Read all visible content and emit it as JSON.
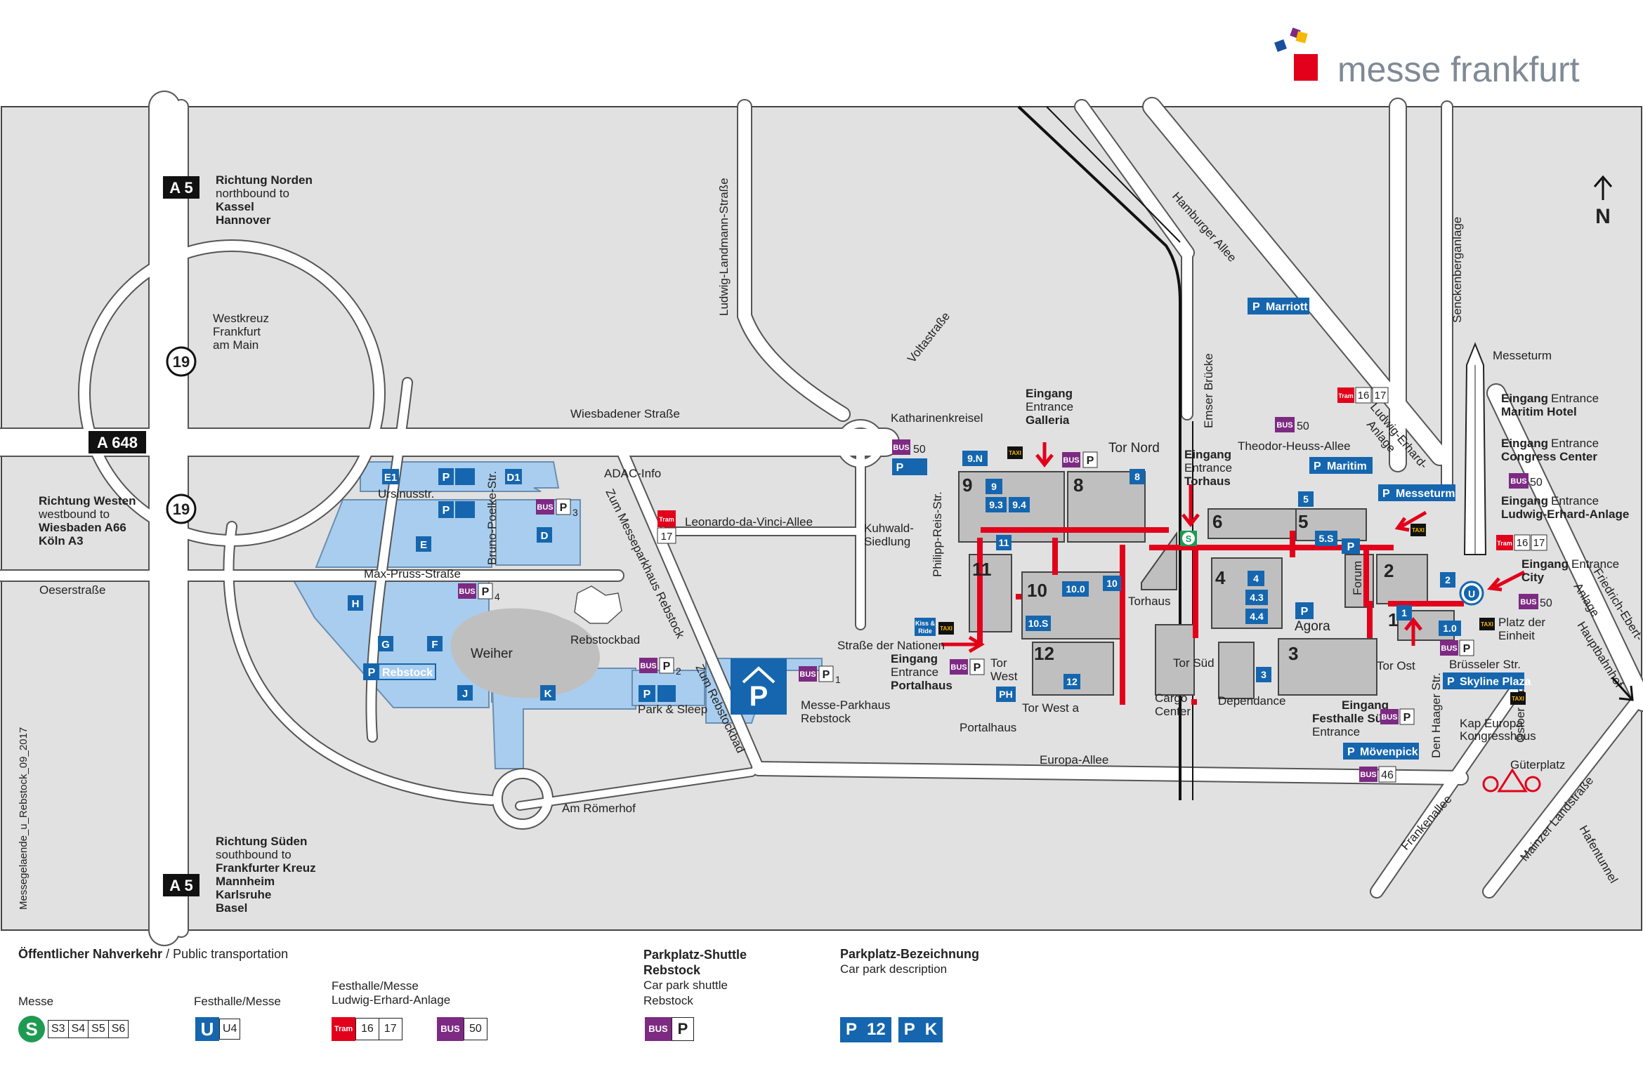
{
  "brand": {
    "name": "messe frankfurt",
    "colors": {
      "red": "#e2001a",
      "blue": "#1a4f9c",
      "yellow": "#f6b800",
      "grey": "#7f8a96"
    }
  },
  "colors": {
    "parking_blue": "#a9cdee",
    "badge_blue": "#1566ae",
    "hall_grey": "#bfbfbf",
    "route_red": "#e2001a",
    "bus_purple": "#7d2a83",
    "sbahn_green": "#1f9a52",
    "map_bg": "#e1e1e1",
    "road": "#ffffff"
  },
  "compass": "N",
  "side_note": "Messegelaende_u_Rebstock_09_2017",
  "roads": {
    "a5": "A 5",
    "a648": "A 648",
    "b19": "19",
    "north_dir": [
      "Richtung Norden",
      "northbound to",
      "Kassel",
      "Hannover"
    ],
    "west_dir": [
      "Richtung Westen",
      "westbound to",
      "Wiesbaden A66",
      "Köln A3"
    ],
    "south_dir": [
      "Richtung Süden",
      "southbound to",
      "Frankfurter Kreuz",
      "Mannheim",
      "Karlsruhe",
      "Basel"
    ],
    "westkreuz": [
      "Westkreuz",
      "Frankfurt",
      "am Main"
    ],
    "wiesbadener": "Wiesbadener Straße",
    "oeserstr": "Oeserstraße",
    "max_pruss": "Max-Pruss-Straße",
    "ursinus": "Ursinusstr.",
    "bruno_poelke": "Bruno-Poelke-Str.",
    "zum_messeparkhaus": "Zum Messeparkhaus Rebstock",
    "zum_rebstockbad": "Zum Rebstockbad",
    "leonardo": "Leonardo-da-Vinci-Allee",
    "ludwig_landmann": "Ludwig-Landmann-Straße",
    "voltastr": "Voltastraße",
    "katharinenkreisel": "Katharinenkreisel",
    "kuhwald": [
      "Kuhwald-",
      "Siedlung"
    ],
    "philipp_reis": "Philipp-Reis-Str.",
    "strasse_nationen": "Straße der Nationen",
    "europa_allee": "Europa-Allee",
    "am_roemerhof": "Am Römerhof",
    "hamburger": "Hamburger Allee",
    "emser": "Emser Brücke",
    "theodor_heuss": "Theodor-Heuss-Allee",
    "senckenberg": "Senckenberganlage",
    "ludwig_erhard": [
      "Ludwig-Erhard-",
      "Anlage"
    ],
    "friedrich_ebert": [
      "Friedrich-Ebert-",
      "Anlage"
    ],
    "hauptbahnhof": "Hauptbahnhof",
    "bruesseler": "Brüsseler Str.",
    "den_haager": "Den Haager Str.",
    "osloer": "Osloer Str.",
    "frankenallee": "Frankenallee",
    "mainzer": "Mainzer Landstraße",
    "hafentunnel": "Hafentunnel",
    "gueterplatz": "Güterplatz",
    "platz_einheit": [
      "Platz der",
      "Einheit"
    ]
  },
  "places": {
    "adac": "ADAC-Info",
    "weiher": "Weiher",
    "rebstockbad": "Rebstockbad",
    "park_sleep": "Park & Sleep",
    "p_rebstock": "Rebstock",
    "messe_parkhaus": [
      "Messe-Parkhaus",
      "Rebstock"
    ],
    "torhaus": "Torhaus",
    "portalhaus": "Portalhaus",
    "cargo": [
      "Cargo",
      "Center"
    ],
    "dependance": "Dependance",
    "agora": "Agora",
    "forum": "Forum",
    "messeturm": "Messeturm",
    "kap_europa": [
      "Kap Europa",
      "Kongresshaus"
    ],
    "tor_nord": "Tor Nord",
    "tor_west": [
      "Tor",
      "West"
    ],
    "tor_west_a": "Tor West a",
    "tor_sued": "Tor Süd",
    "tor_ost": "Tor Ost",
    "marriott": "Marriott",
    "maritim": "Maritim",
    "messeturm_p": "Messeturm",
    "skyline": "Skyline Plaza",
    "moevenpick": "Mövenpick"
  },
  "entrances": {
    "galleria": [
      "Eingang",
      "Entrance",
      "Galleria"
    ],
    "torhaus": [
      "Eingang",
      "Entrance",
      "Torhaus"
    ],
    "portalhaus": [
      "Eingang",
      "Entrance",
      "Portalhaus"
    ],
    "festhalle": [
      "Eingang",
      "Festhalle Süd",
      "Entrance"
    ],
    "maritim": [
      "Eingang",
      "Entrance",
      "Maritim Hotel"
    ],
    "congress": [
      "Eingang",
      "Entrance",
      "Congress Center"
    ],
    "ludwig": [
      "Eingang",
      "Entrance",
      "Ludwig-Erhard-Anlage"
    ],
    "city": [
      "Eingang",
      "Entrance",
      "City"
    ]
  },
  "parking_lots": [
    "E1",
    "D1",
    "E",
    "D",
    "H",
    "G",
    "F",
    "J",
    "K"
  ],
  "halls": {
    "big": [
      "9",
      "8",
      "11",
      "10",
      "12",
      "6",
      "5",
      "4",
      "3",
      "2",
      "1"
    ],
    "badges": [
      "9.N",
      "9",
      "9.3",
      "9.4",
      "8",
      "11",
      "10.0",
      "10",
      "10.S",
      "12",
      "PH",
      "4",
      "4.3",
      "4.4",
      "5",
      "5.S",
      "3",
      "1",
      "1.0",
      "2"
    ]
  },
  "transit_numbers": {
    "bus50": "50",
    "bus46": "46",
    "tram16": "16",
    "tram17": "17",
    "bus3": "3",
    "bus4": "4",
    "bus2": "2",
    "bus1": "1",
    "p1": "1"
  },
  "legend": {
    "public_title": "Öffentlicher Nahverkehr",
    "public_sub": " / Public transportation",
    "messe": "Messe",
    "sbahn_lines": [
      "S3",
      "S4",
      "S5",
      "S6"
    ],
    "festhalle": "Festhalle/Messe",
    "ubahn_line": "U4",
    "festhalle2": [
      "Festhalle/Messe",
      "Ludwig-Erhard-Anlage"
    ],
    "tram_lines": [
      "16",
      "17"
    ],
    "bus_line": "50",
    "shuttle_title": [
      "Parkplatz-Shuttle",
      "Rebstock"
    ],
    "shuttle_sub": [
      "Car park shuttle",
      "Rebstock"
    ],
    "parking_desc_title": "Parkplatz-Bezeichnung",
    "parking_desc_sub": "Car park description",
    "p12": "12",
    "pk": "K"
  },
  "icons": [
    "messe-logo-icon",
    "north-arrow-icon",
    "bus-icon",
    "tram-icon",
    "taxi-icon",
    "parking-icon",
    "sbahn-icon",
    "ubahn-icon",
    "kiss-and-ride-icon",
    "entrance-arrow-icon",
    "parking-garage-icon",
    "car-icon",
    "bed-icon"
  ],
  "small_labels": {
    "bus": "BUS",
    "tram": "Tram",
    "taxi": "TAXI",
    "p": "P",
    "s": "S",
    "u": "U",
    "kiss": [
      "Kiss &",
      "Ride"
    ]
  }
}
